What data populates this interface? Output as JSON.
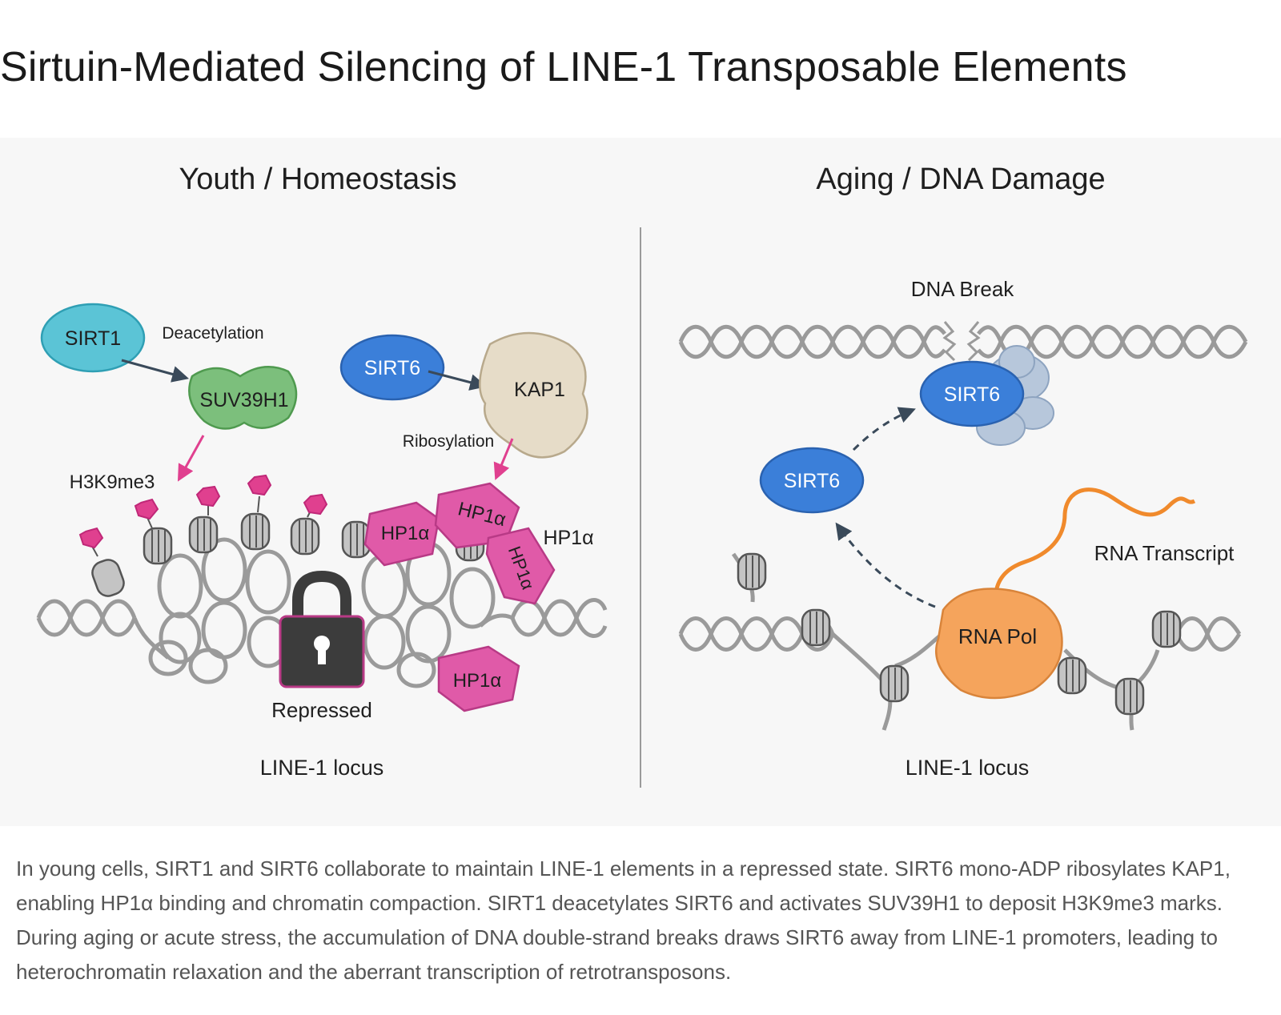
{
  "title": "Sirtuin-Mediated Silencing of LINE-1 Transposable Elements",
  "panels": {
    "left": {
      "heading": "Youth / Homeostasis",
      "sirt1": "SIRT1",
      "deacetylation": "Deacetylation",
      "suv39h1": "SUV39H1",
      "h3k9me3": "H3K9me3",
      "sirt6": "SIRT6",
      "kap1": "KAP1",
      "ribosylation": "Ribosylation",
      "hp1a_1": "HP1α",
      "hp1a_2": "HP1α",
      "hp1a_3": "HP1α",
      "hp1a_4": "HP1α",
      "hp1a_5": "HP1α",
      "repressed": "Repressed",
      "locus": "LINE-1 locus"
    },
    "right": {
      "heading": "Aging / DNA Damage",
      "dna_break": "DNA Break",
      "sirt6_bound": "SIRT6",
      "sirt6_free": "SIRT6",
      "rna_transcript": "RNA Transcript",
      "rna_pol": "RNA Pol",
      "locus": "LINE-1 locus"
    }
  },
  "colors": {
    "sirt1": "#5bc4d6",
    "sirt6": "#3b7fd9",
    "suv39h1": "#7cbf7c",
    "kap1": "#e6dcc8",
    "hp1a": "#e05aa8",
    "h3k9me3_mark": "#e0408f",
    "rna_pol": "#f5a45c",
    "rna_transcript": "#f08a2c",
    "dna": "#9a9a9a",
    "lock": "#3c3c3c"
  },
  "caption": "In young cells, SIRT1 and SIRT6 collaborate to maintain LINE-1 elements in a repressed state. SIRT6 mono-ADP ribosylates KAP1, enabling HP1α binding and chromatin compaction. SIRT1 deacetylates SIRT6 and activates SUV39H1 to deposit H3K9me3 marks. During aging or acute stress, the accumulation of DNA double-strand breaks draws SIRT6 away from LINE-1 promoters, leading to heterochromatin relaxation and the aberrant transcription of retrotransposons."
}
